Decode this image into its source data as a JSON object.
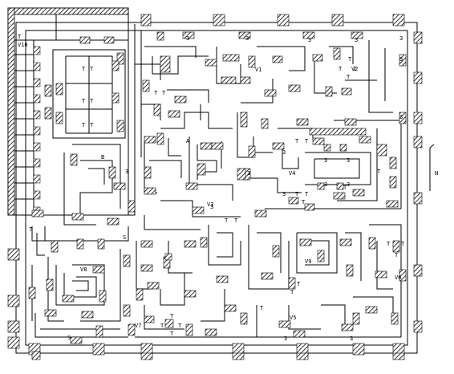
{
  "map": {
    "north_label": "N",
    "labels": {
      "v1": "V1",
      "v2": "V2",
      "v3": "V3",
      "v4": "V4",
      "v5": "V5",
      "v6": "V6",
      "v7": "V7",
      "v8": "V8",
      "v9": "V9",
      "v10": "V10",
      "a": "A",
      "b": "B",
      "t": "T",
      "s": "S",
      "num3": "3",
      "num2": "2",
      "num7": "7"
    }
  }
}
